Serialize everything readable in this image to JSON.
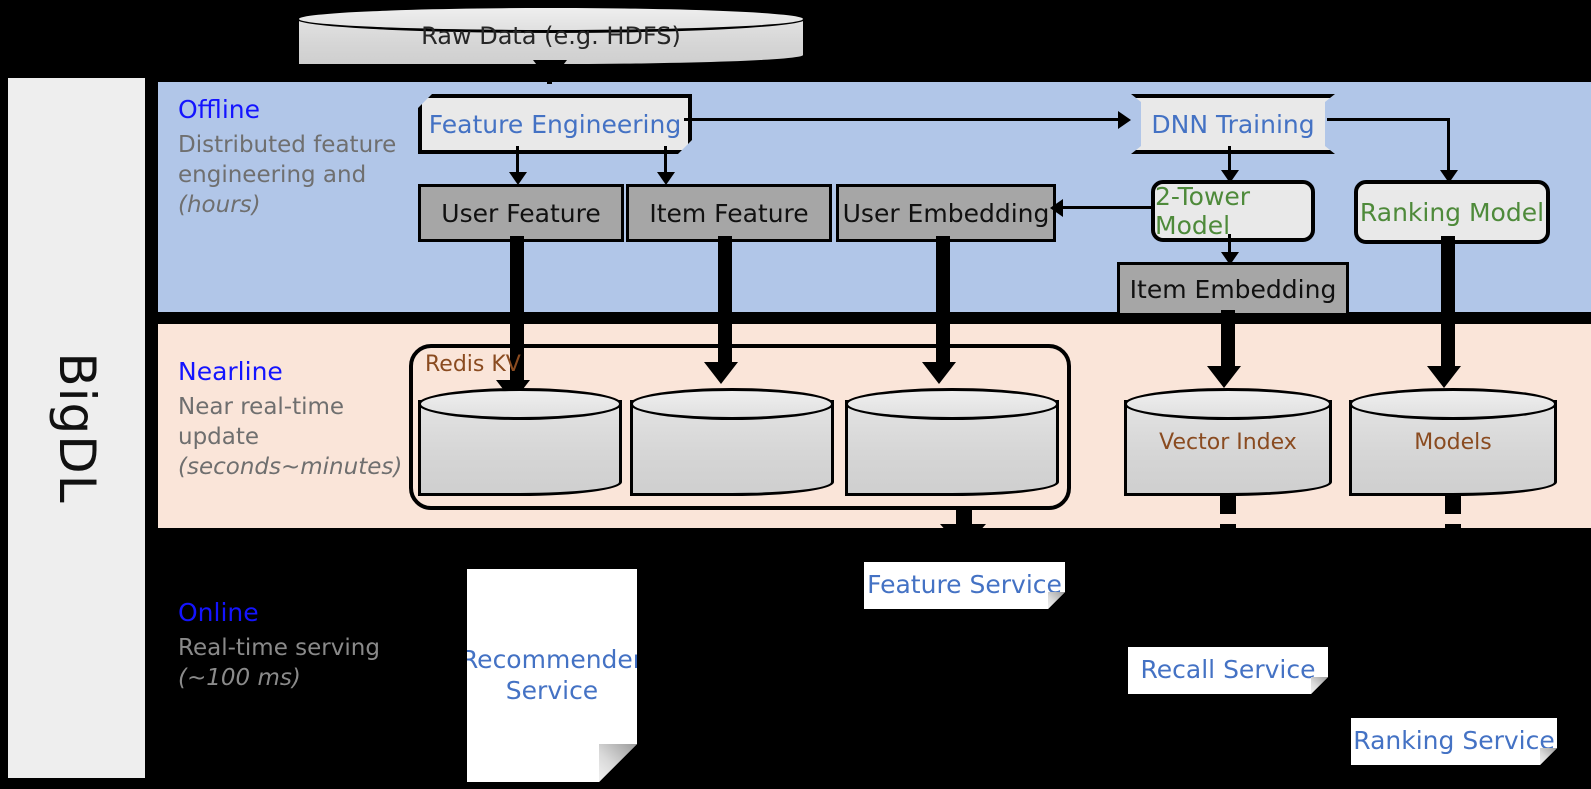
{
  "rail": {
    "label": "BigDL"
  },
  "bands": [
    {
      "id": "offline",
      "title": "Offline",
      "sub_line1": "Distributed feature engineering and ",
      "sub_em": "(hours)"
    },
    {
      "id": "nearline",
      "title": "Nearline",
      "sub_line1": "Near real-time update ",
      "sub_em": "(seconds~minutes)"
    },
    {
      "id": "online",
      "title": "Online",
      "sub_line1": "Real-time serving ",
      "sub_em": "(~100 ms)"
    }
  ],
  "sources": {
    "raw_data": "Raw Data (e.g. HDFS)"
  },
  "offline": {
    "feature_engineering": "Feature Engineering",
    "dnn_training": "DNN Training",
    "user_feature": "User Feature",
    "item_feature": "Item Feature",
    "user_embedding": "User Embedding",
    "item_embedding": "Item Embedding",
    "two_tower_model": "2-Tower Model",
    "ranking_model": "Ranking Model"
  },
  "nearline": {
    "redis_label": "Redis KV",
    "stores": [
      "",
      "",
      ""
    ],
    "vector_index": "Vector Index",
    "models": "Models"
  },
  "online": {
    "recommender_service": "Recommender Service",
    "feature_service": "Feature Service",
    "recall_service": "Recall Service",
    "ranking_service": "Ranking Service"
  },
  "colors": {
    "offline_band": "#b1c6e8",
    "nearline_band": "#fae5d9",
    "online_band": "#000000",
    "band_title": "#1414ff",
    "band_sub": "#6f6f6f",
    "process_blue": "#4472c4",
    "process_green": "#4e8a3a",
    "storage_gray": "#a6a6a6",
    "cylinder_text": "#8a4b20",
    "rail_bg": "#eeeeee"
  }
}
